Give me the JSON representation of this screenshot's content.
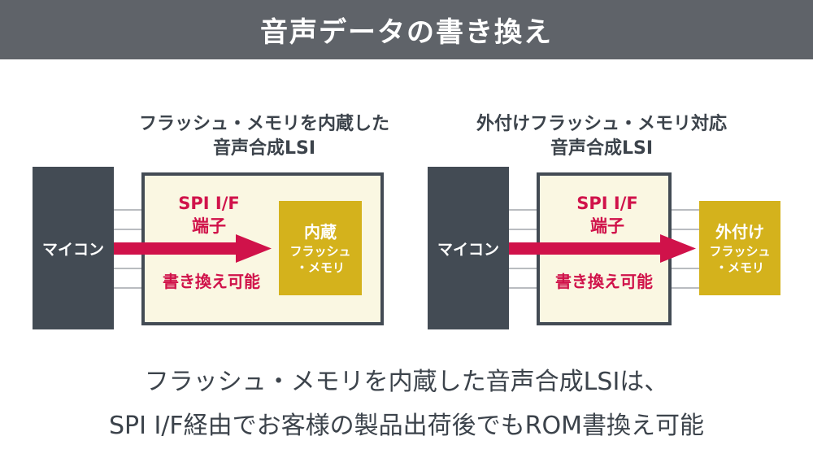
{
  "header": {
    "title": "音声データの書き換え"
  },
  "left_diagram": {
    "title_line1": "フラッシュ・メモリを内蔵した",
    "title_line2": "音声合成LSI",
    "mcu_label": "マイコン",
    "spi_line1": "SPI I/F",
    "spi_line2": "端子",
    "rewrite_label": "書き換え可能",
    "flash_line1": "内蔵",
    "flash_line2": "フラッシュ",
    "flash_line3": "・メモリ"
  },
  "right_diagram": {
    "title_line1": "外付けフラッシュ・メモリ対応",
    "title_line2": "音声合成LSI",
    "mcu_label": "マイコン",
    "spi_line1": "SPI I/F",
    "spi_line2": "端子",
    "rewrite_label": "書き換え可能",
    "flash_line1": "外付け",
    "flash_line2": "フラッシュ",
    "flash_line3": "・メモリ"
  },
  "caption": {
    "line1": "フラッシュ・メモリを内蔵した音声合成LSIは、",
    "line2": "SPI I/F経由でお客様の製品出荷後でもROM書換え可能"
  },
  "colors": {
    "header_bg": "#5f6369",
    "mcu_bg": "#434b54",
    "lsi_bg": "#faf7e2",
    "flash_bg": "#d4b21c",
    "accent_red": "#d0124a"
  }
}
